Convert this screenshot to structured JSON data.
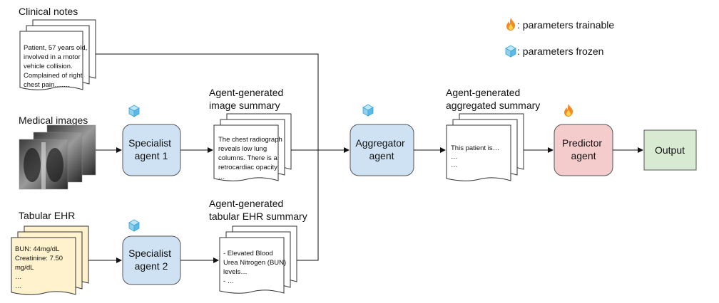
{
  "sections": {
    "clinical_notes": "Clinical notes",
    "medical_images": "Medical images",
    "tabular_ehr": "Tabular EHR"
  },
  "clinical_note_text": [
    "Patient, 57 years old,",
    "involved in a motor",
    "vehicle collision.",
    "Complained of right",
    "chest pain……."
  ],
  "ehr_text": [
    "BUN: 44mg/dL",
    "Creatinine: 7.50",
    "mg/dL",
    "…",
    "…"
  ],
  "image_summary": {
    "title_line1": "Agent-generated",
    "title_line2": "image summary",
    "text": [
      "The chest radiograph",
      "reveals low lung",
      "columns. There is a",
      "retrocardiac opacity",
      "…"
    ]
  },
  "ehr_summary": {
    "title_line1": "Agent-generated",
    "title_line2": "tabular EHR summary",
    "text": [
      "- Elevated Blood",
      "Urea Nitrogen (BUN)",
      "levels…",
      "- …"
    ]
  },
  "aggregated_summary": {
    "title_line1": "Agent-generated",
    "title_line2": "aggregated summary",
    "text": [
      "This patient is…",
      "…",
      "…"
    ]
  },
  "agents": {
    "specialist1": [
      "Specialist",
      "agent 1"
    ],
    "specialist2": [
      "Specialist",
      "agent 2"
    ],
    "aggregator": [
      "Aggregator",
      "agent"
    ],
    "predictor": [
      "Predictor",
      "agent"
    ],
    "output": "Output"
  },
  "legend": {
    "trainable": ":  parameters trainable",
    "frozen": ":  parameters frozen",
    "trainable_icon": "fire-icon",
    "frozen_icon": "ice-cube-icon"
  },
  "colors": {
    "agent_blue": "#cfe2f3",
    "predictor_red": "#f4cccc",
    "output_green": "#d9ead3",
    "ehr_yellow": "#fff2cc"
  }
}
